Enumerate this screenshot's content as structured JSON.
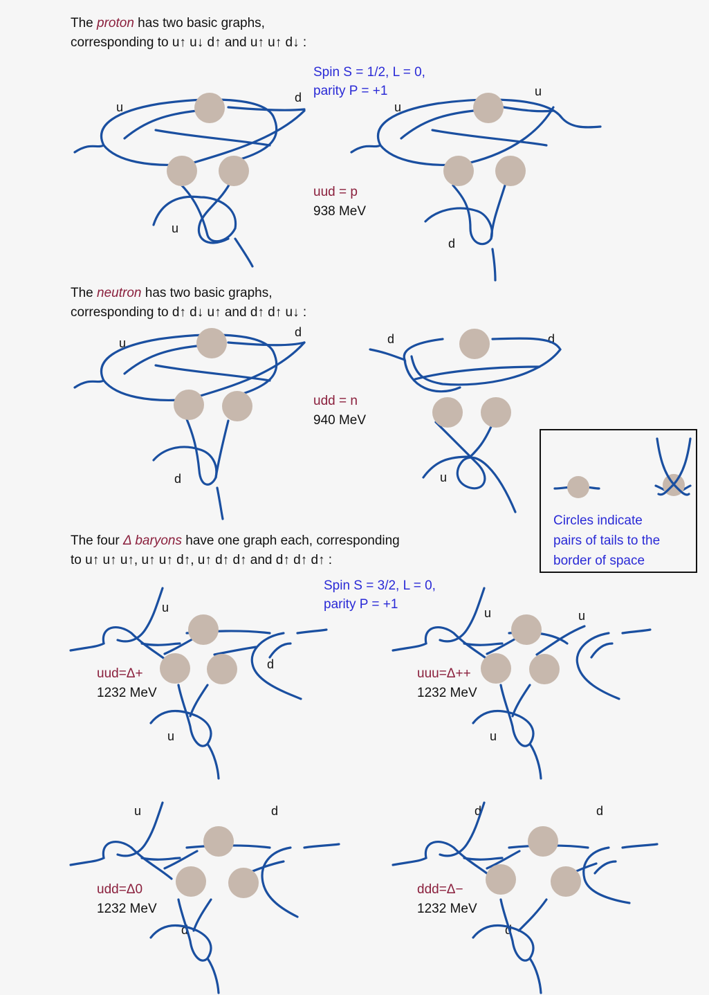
{
  "proton": {
    "intro_pre": "The ",
    "intro_em": "proton",
    "intro_post": " has two basic graphs,",
    "states": "corresponding to u↑ u↓ d↑  and  u↑ u↑ d↓ :",
    "spin_line1": "Spin S = 1/2, L = 0,",
    "spin_line2": "parity P = +1",
    "name": "uud = p",
    "mass": "938 MeV",
    "g1_labels": [
      "u",
      "d",
      "u"
    ],
    "g2_labels": [
      "u",
      "u",
      "d"
    ]
  },
  "neutron": {
    "intro_pre": "The ",
    "intro_em": "neutron",
    "intro_post": " has two basic graphs,",
    "states": "corresponding to d↑ d↓ u↑  and  d↑ d↑ u↓ :",
    "name": "udd = n",
    "mass": "940 MeV",
    "g1_labels": [
      "u",
      "d",
      "d"
    ],
    "g2_labels": [
      "d",
      "d",
      "u"
    ]
  },
  "delta": {
    "intro_pre": "The four ",
    "intro_em": "Δ baryons",
    "intro_post": " have one graph each, corresponding",
    "states": "to u↑ u↑ u↑,  u↑ u↑ d↑,  u↑ d↑ d↑  and d↑ d↑ d↑ :",
    "spin_line1": "Spin S = 3/2, L = 0,",
    "spin_line2": "parity P = +1",
    "plus_name": "uud=Δ+",
    "plus_mass": "1232 MeV",
    "plus_labels": [
      "u",
      "d",
      "u"
    ],
    "pp_name": "uuu=Δ++",
    "pp_mass": "1232 MeV",
    "pp_labels": [
      "u",
      "u",
      "u"
    ],
    "zero_name": "udd=Δ0",
    "zero_mass": "1232 MeV",
    "zero_labels": [
      "u",
      "d",
      "d"
    ],
    "minus_name": "ddd=Δ−",
    "minus_mass": "1232 MeV",
    "minus_labels": [
      "d",
      "d",
      "d"
    ]
  },
  "legend": {
    "line1": "Circles indicate",
    "line2": "pairs of tails to the",
    "line3": "border of space"
  },
  "colors": {
    "strand": "#1a4fa0",
    "ball": "#c7b8ad",
    "maroon": "#8a1f3c",
    "blue": "#2a2ad6"
  }
}
